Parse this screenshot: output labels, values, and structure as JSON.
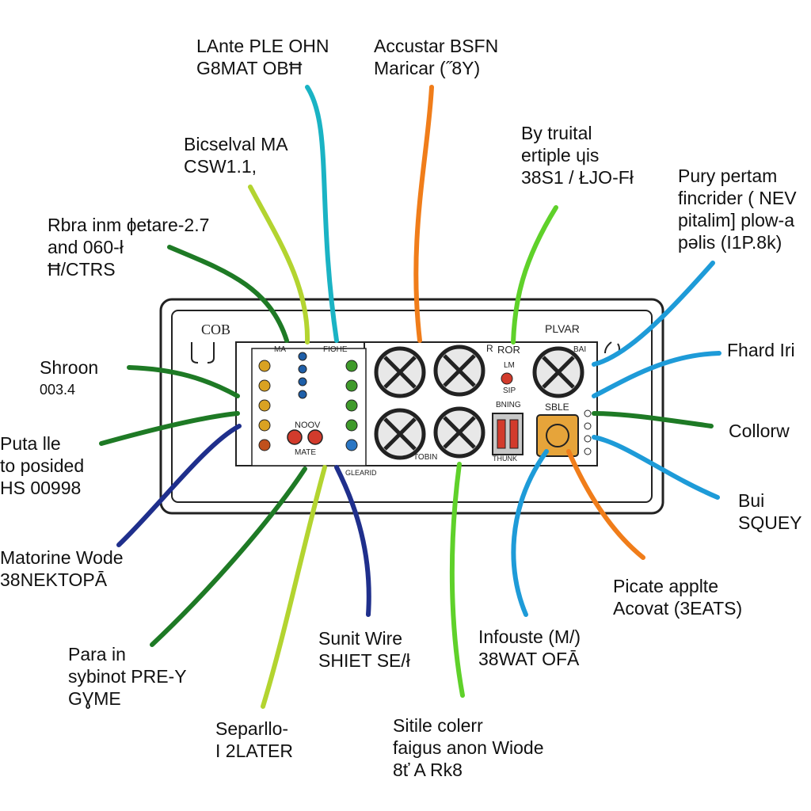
{
  "labels": [
    {
      "id": "top-left-1",
      "lines": [
        "LAnte PLE OHN",
        "G8MAT OBĦ"
      ],
      "wire_color": "#1ab3c4"
    },
    {
      "id": "top-mid",
      "lines": [
        "Accustar BSFN",
        "Maricar (˝8Y)"
      ],
      "wire_color": "#f07d1a"
    },
    {
      "id": "upper-left",
      "lines": [
        "Bicselval MA",
        "CSW1.1,"
      ],
      "wire_color": "#b3d430"
    },
    {
      "id": "upper-right",
      "lines": [
        "By truital",
        "ertiple ɥis",
        "38S1 / ŁJO‐Fł"
      ],
      "wire_color": "#5fd12a"
    },
    {
      "id": "right-top",
      "lines": [
        "Pury pertam",
        "fincrider ( NEV",
        "pitalim] plow-a",
        "pəlis (I1P.8k)"
      ],
      "wire_color": "#1e9bd8"
    },
    {
      "id": "left-top",
      "lines": [
        "Rbra inm ɸetare-2.7",
        "and 060‐ł",
        "Ħ/CTRS"
      ],
      "wire_color": "#1e7a25"
    },
    {
      "id": "left-shroon",
      "lines": [
        "Shroon",
        "003.4"
      ],
      "wire_color": "#1e7a25"
    },
    {
      "id": "right-fhard",
      "lines": [
        "Fhard Iri"
      ],
      "wire_color": "#1e9bd8"
    },
    {
      "id": "left-puta",
      "lines": [
        "Puta lle",
        "to posided",
        "HS 00998"
      ],
      "wire_color": "#1e7a25"
    },
    {
      "id": "right-collorw",
      "lines": [
        "Collorw"
      ],
      "wire_color": "#1e7a25"
    },
    {
      "id": "right-bui",
      "lines": [
        "Bui",
        "SQUEY"
      ],
      "wire_color": "#1e9bd8"
    },
    {
      "id": "left-matorine",
      "lines": [
        "Matorine Wode",
        "38NEKTOPĀ"
      ],
      "wire_color": "#1f2f8c"
    },
    {
      "id": "right-picate",
      "lines": [
        "Picate applte",
        "Acovat (3EATS)"
      ],
      "wire_color": "#f07d1a"
    },
    {
      "id": "left-para",
      "lines": [
        "Para in",
        "sybinot PRE-Y",
        "GƔME"
      ],
      "wire_color": "#1e7a25"
    },
    {
      "id": "bottom-sunit",
      "lines": [
        "Sunit Wire",
        "SHIET SE/ł"
      ],
      "wire_color": "#1f2f8c"
    },
    {
      "id": "bottom-infouste",
      "lines": [
        "Infouste (M/)",
        "38WAT OFĀ"
      ],
      "wire_color": "#1e9bd8"
    },
    {
      "id": "bottom-separllo",
      "lines": [
        "Separllo-",
        "I 2LATER"
      ],
      "wire_color": "#b3d430"
    },
    {
      "id": "bottom-sitile",
      "lines": [
        "Sitile colerr",
        "faigus anon Wiode",
        "8ť A Rk8"
      ],
      "wire_color": "#5fd12a"
    }
  ],
  "board": {
    "left_label": "COB",
    "right_label": "PLVAR",
    "header_left": "MA",
    "header_mid": "FIOHE",
    "header_r": "R",
    "header_ror": "ROR",
    "header_bai": "BAI",
    "mid_lm": "LM",
    "mid_sip": "SIP",
    "btn_label": "NOOV",
    "btn_caption": "MATE",
    "bottom_label": "GLEARID",
    "bottom_tobin": "TOBIN",
    "sble": "SBLE",
    "bning": "BNING",
    "thunk": "THUNK"
  }
}
